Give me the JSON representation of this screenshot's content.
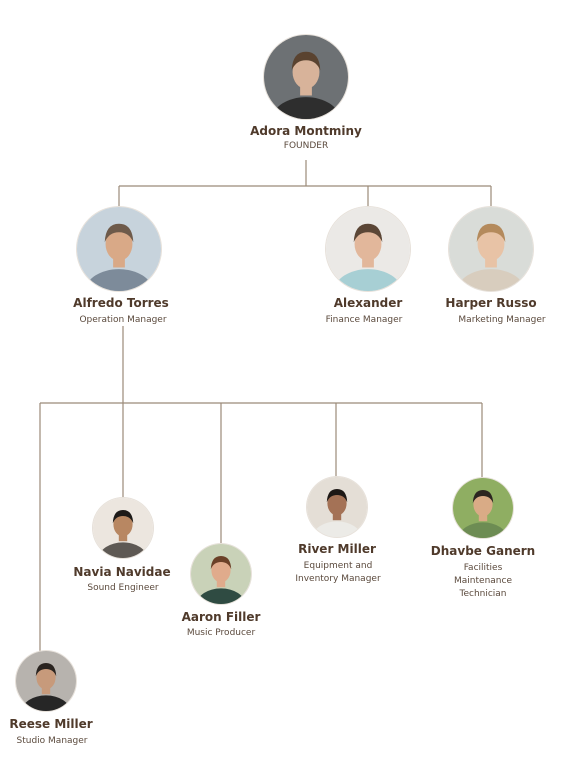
{
  "people": {
    "founder": {
      "name": "Adora Montminy",
      "role": [
        "FOUNDER"
      ],
      "skin": "#d8b39a",
      "hair": "#5a4330",
      "shirt": "#2e2e2e",
      "bg": "#6d7174"
    },
    "alfredo": {
      "name": "Alfredo Torres",
      "role": [
        "Operation Manager"
      ],
      "skin": "#d9a987",
      "hair": "#6e5a4a",
      "shirt": "#7d8b9a",
      "bg": "#c7d3dc"
    },
    "alexander": {
      "name": "Alexander",
      "role": [
        "Finance Manager"
      ],
      "skin": "#e2b79b",
      "hair": "#5b4636",
      "shirt": "#a7cfd4",
      "bg": "#ebe9e6"
    },
    "harper": {
      "name": "Harper Russo",
      "role": [
        "Marketing Manager"
      ],
      "skin": "#e8c3a6",
      "hair": "#b48a5c",
      "shirt": "#d8cdbe",
      "bg": "#d9dcd8"
    },
    "navia": {
      "name": "Navia Navidae",
      "role": [
        "Sound Engineer"
      ],
      "skin": "#b88762",
      "hair": "#1d1a18",
      "shirt": "#5e5954",
      "bg": "#ece6df"
    },
    "aaron": {
      "name": "Aaron Filler",
      "role": [
        "Music Producer"
      ],
      "skin": "#e0ab8c",
      "hair": "#6b4128",
      "shirt": "#2f4b42",
      "bg": "#c9d2b8"
    },
    "river": {
      "name": "River Miller",
      "role": [
        "Equipment and",
        "Inventory Manager"
      ],
      "skin": "#a47256",
      "hair": "#1d1815",
      "shirt": "#ecebe7",
      "bg": "#e4ded6"
    },
    "dhavbe": {
      "name": "Dhavbe Ganern",
      "role": [
        "Facilities",
        "Maintenance",
        "Technician"
      ],
      "skin": "#d9ab86",
      "hair": "#2b2520",
      "shirt": "#6d8c53",
      "bg": "#8fae62"
    },
    "reese": {
      "name": "Reese Miller",
      "role": [
        "Studio Manager"
      ],
      "skin": "#c79a7b",
      "hair": "#2a2420",
      "shirt": "#262626",
      "bg": "#b7b3ae"
    }
  }
}
